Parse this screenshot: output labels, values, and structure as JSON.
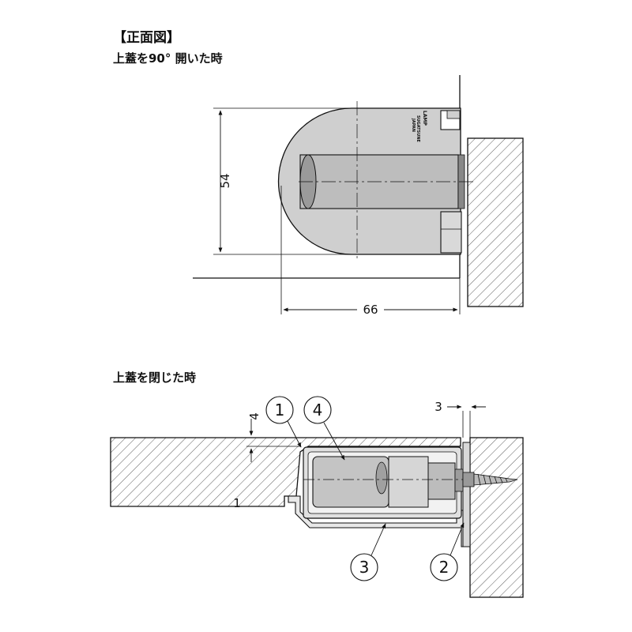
{
  "headings": {
    "main": "【正面図】",
    "open": "上蓋を90° 開いた時",
    "closed": "上蓋を閉じた時"
  },
  "dimensions": {
    "height": "54",
    "width": "66",
    "offset_top": "4",
    "offset_side": "3",
    "label_part": "1"
  },
  "callouts": [
    "1",
    "4",
    "3",
    "2"
  ],
  "logo": {
    "brand": "LAMP",
    "line1": "SUGATSUNE",
    "line2": "JAPAN"
  },
  "colors": {
    "body_gray": "#cfcfcf",
    "line": "#111111",
    "hatch": "#333333"
  }
}
